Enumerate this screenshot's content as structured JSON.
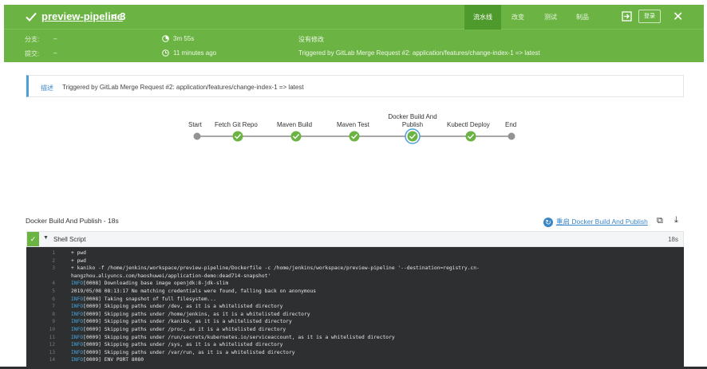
{
  "header": {
    "title": "preview-pipeline",
    "run": "< 3",
    "tabs": [
      "流水线",
      "改变",
      "测试",
      "制品"
    ],
    "login": "登录",
    "close": "✕",
    "branch_label": "分支:",
    "branch_value": "–",
    "commit_label": "提交:",
    "commit_value": "–",
    "duration": "3m 55s",
    "ago": "11 minutes ago",
    "changes": "没有修改",
    "trigger": "Triggered by GitLab Merge Request #2: application/features/change-index-1 => latest"
  },
  "note": {
    "key": "描述",
    "text": "Triggered by GitLab Merge Request #2: application/features/change-index-1 => latest"
  },
  "stages": [
    "Start",
    "Fetch Git Repo",
    "Maven Build",
    "Maven Test",
    "Docker Build And Publish",
    "Kubectl Deploy",
    "End"
  ],
  "step": {
    "title": "Docker Build And Publish - 18s",
    "restart": "重启 Docker Build And Publish",
    "shell": "Shell Script",
    "duration": "18s"
  },
  "log": [
    {
      "n": "1",
      "info": "",
      "text": "+ pwd"
    },
    {
      "n": "2",
      "info": "",
      "text": "+ pwd"
    },
    {
      "n": "3",
      "info": "",
      "text": "+ kaniko -f /home/jenkins/workspace/preview-pipeline/Dockerfile -c /home/jenkins/workspace/preview-pipeline '--destination=registry.cn-"
    },
    {
      "n": "",
      "info": "",
      "text": "hangzhou.aliyuncs.com/haoshuwei/application-demo:dead714-snapshot'"
    },
    {
      "n": "4",
      "info": "INFO",
      "text": "[0008] Downloading base image openjdk:8-jdk-slim"
    },
    {
      "n": "5",
      "info": "",
      "text": "2019/05/08 08:13:17 No matching credentials were found, falling back on anonymous"
    },
    {
      "n": "6",
      "info": "INFO",
      "text": "[0008] Taking snapshot of full filesystem..."
    },
    {
      "n": "7",
      "info": "INFO",
      "text": "[0009] Skipping paths under /dev, as it is a whitelisted directory"
    },
    {
      "n": "8",
      "info": "INFO",
      "text": "[0009] Skipping paths under /home/jenkins, as it is a whitelisted directory"
    },
    {
      "n": "9",
      "info": "INFO",
      "text": "[0009] Skipping paths under /kaniko, as it is a whitelisted directory"
    },
    {
      "n": "10",
      "info": "INFO",
      "text": "[0009] Skipping paths under /proc, as it is a whitelisted directory"
    },
    {
      "n": "11",
      "info": "INFO",
      "text": "[0009] Skipping paths under /run/secrets/kubernetes.io/serviceaccount, as it is a whitelisted directory"
    },
    {
      "n": "12",
      "info": "INFO",
      "text": "[0009] Skipping paths under /sys, as it is a whitelisted directory"
    },
    {
      "n": "13",
      "info": "INFO",
      "text": "[0009] Skipping paths under /var/run, as it is a whitelisted directory"
    },
    {
      "n": "14",
      "info": "INFO",
      "text": "[0009] ENV PORT 8080"
    }
  ],
  "colors": {
    "success": "#6bb443",
    "link": "#3a87c8",
    "log_bg": "#2d2f31"
  }
}
